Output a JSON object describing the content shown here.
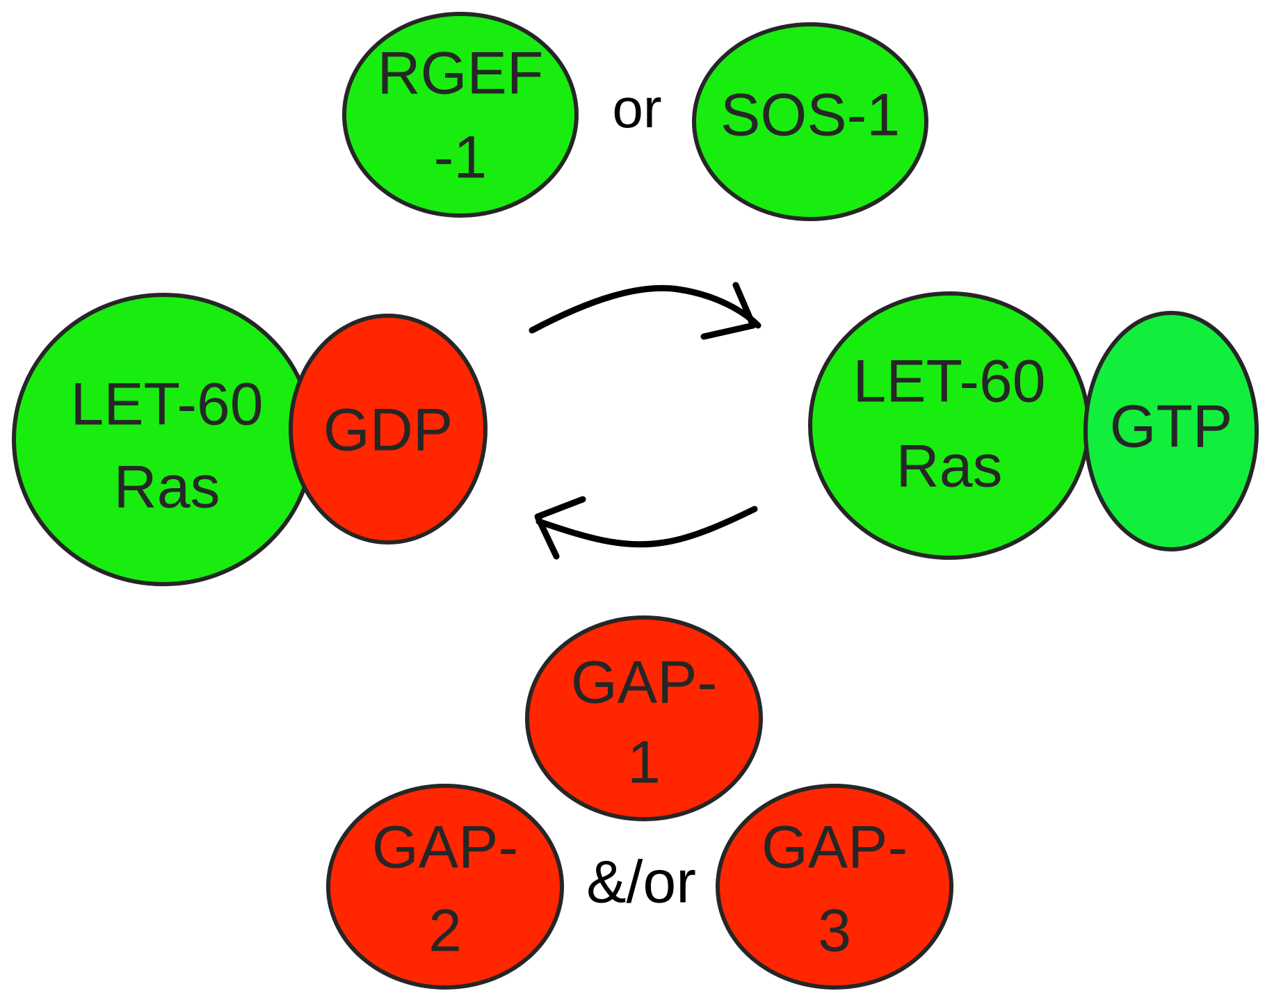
{
  "colors": {
    "active_green": "#19ed10",
    "gtp_green": "#12ee3c",
    "inactive_red": "#ff2600",
    "outline": "#262626",
    "text": "#262626"
  },
  "gef": {
    "rgef": {
      "line1": "RGEF",
      "line2": "-1"
    },
    "connector": "or",
    "sos": {
      "label": "SOS-1"
    }
  },
  "ras_gdp": {
    "ras": {
      "line1": "LET-60",
      "line2": "Ras"
    },
    "nucleotide": "GDP"
  },
  "ras_gtp": {
    "ras": {
      "line1": "LET-60",
      "line2": "Ras"
    },
    "nucleotide": "GTP"
  },
  "gap": {
    "gap1": {
      "line1": "GAP-",
      "line2": "1"
    },
    "gap2": {
      "line1": "GAP-",
      "line2": "2"
    },
    "connector": "&/or",
    "gap3": {
      "line1": "GAP-",
      "line2": "3"
    }
  }
}
